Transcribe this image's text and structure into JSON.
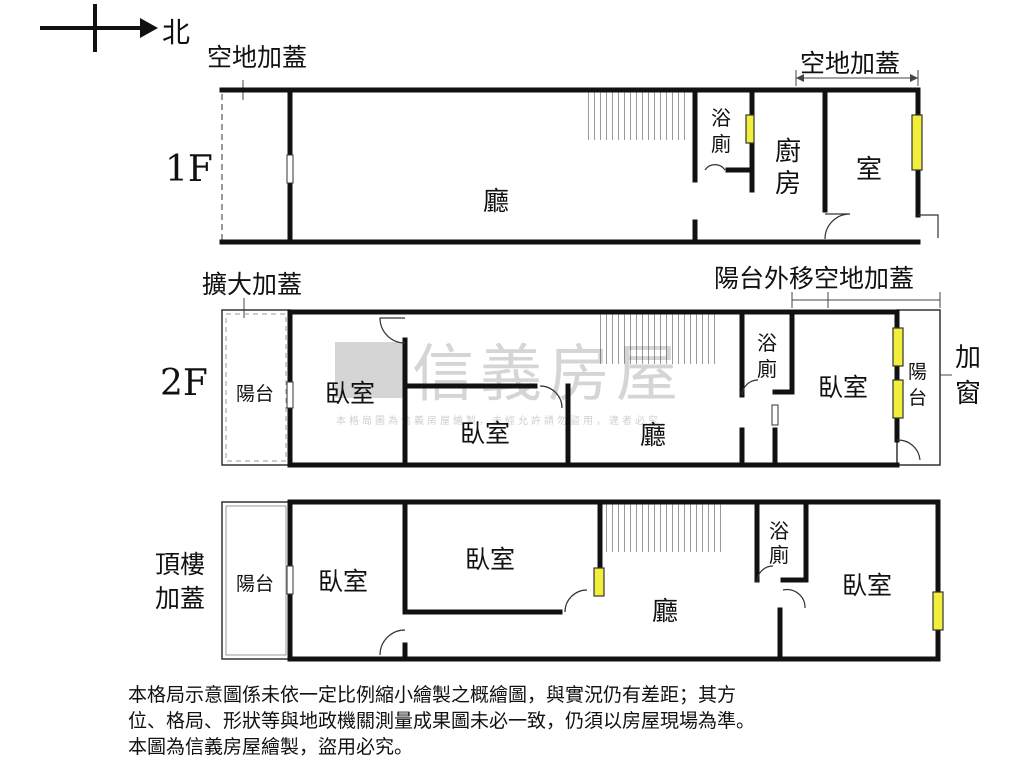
{
  "compass": {
    "north": "北"
  },
  "floors": {
    "f1": {
      "name": "1F",
      "tags": {
        "left_addition": "空地加蓋",
        "right_addition": "空地加蓋"
      },
      "rooms": {
        "hall": "廳",
        "bath_1": "浴",
        "bath_2": "廁",
        "kitchen_1": "廚",
        "kitchen_2": "房",
        "room": "室"
      }
    },
    "f2": {
      "name": "2F",
      "tags": {
        "left_addition": "擴大加蓋",
        "right_addition": "陽台外移空地加蓋",
        "window_1": "加",
        "window_2": "窗"
      },
      "rooms": {
        "balcony_left": "陽台",
        "bed_1": "臥室",
        "bed_2": "臥室",
        "hall": "廳",
        "bath_1": "浴",
        "bath_2": "廁",
        "bed_3": "臥室",
        "balcony_right_1": "陽",
        "balcony_right_2": "台"
      }
    },
    "roof": {
      "name_1": "頂樓",
      "name_2": "加蓋",
      "rooms": {
        "balcony": "陽台",
        "bed_1": "臥室",
        "bed_2": "臥室",
        "hall": "廳",
        "bath_1": "浴",
        "bath_2": "廁",
        "bed_3": "臥室"
      }
    }
  },
  "watermark": {
    "brand": "信義房屋",
    "notice": "本格局圖為信義房屋繪製，未經允許請勿盜用，違者必究"
  },
  "note": {
    "line_1": "本格局示意圖係未依一定比例縮小繪製之概繪圖，與實況仍有差距；其方",
    "line_2": "位、格局、形狀等與地政機關測量成果圖未必一致，仍須以房屋現場為準。",
    "line_3": "本圖為信義房屋繪製，盜用必究。"
  }
}
